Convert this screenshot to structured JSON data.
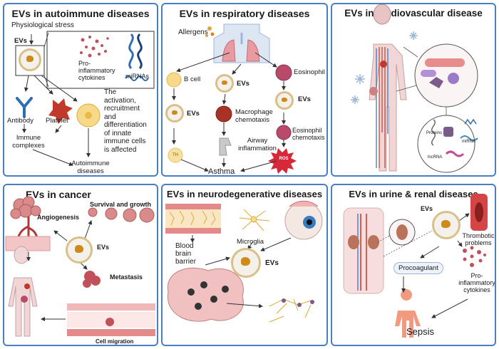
{
  "panels": {
    "autoimmune": {
      "title": "EVs in autoimmune diseases",
      "labels": {
        "stress": "Physiological stress",
        "evs": "EVs",
        "cytokines": "Pro-\ninflammatory\ncytokines",
        "mirnas": "miRNAs",
        "antibody": "Antibody",
        "platelet": "Platelet",
        "activation": "The\nactivation,\nrecruitment\nand\ndifferentiation\nof innate\nimmune cells\nis affected",
        "complexes": "Immune\ncomplexes",
        "outcome": "Autoimmune\ndiseases"
      }
    },
    "respiratory": {
      "title": "EVs in respiratory diseases",
      "labels": {
        "allergens": "Allergens",
        "bcell": "B cell",
        "eosinophil": "Eosinophil",
        "evs_left": "EVs",
        "evs_mid": "EVs",
        "evs_right": "EVs",
        "macrophage": "Macrophage\nchemotaxis",
        "eos_chemo": "Eosinophil\nchemotaxis",
        "airway": "Airway\ninflammation",
        "th": "TH",
        "ros": "ROS",
        "outcome": "Asthma"
      }
    },
    "cardiovascular": {
      "title": "EVs in cardiovascular disease",
      "labels": {
        "proteins": "Proteins",
        "mirna": "miRNA",
        "lncrna": "lncRNA"
      }
    },
    "cancer": {
      "title": "EVs in cancer",
      "labels": {
        "survival": "Survival and growth",
        "angiogenesis": "Angiogenesis",
        "evs": "EVs",
        "metastasis": "Metastasis",
        "migration": "Cell migration"
      }
    },
    "neuro": {
      "title": "EVs in neurodegenerative diseases",
      "labels": {
        "bbb": "Blood\nbrain\nbarrier",
        "microglia": "Microglia",
        "evs": "EVs"
      }
    },
    "renal": {
      "title": "EVs in urine & renal diseases",
      "labels": {
        "evs": "EVs",
        "thrombotic": "Thrombotic\nproblems",
        "procoagulant": "Procoagulant",
        "cytokines": "Pro-\ninflammatory\ncytokines",
        "outcome": "Sepsis"
      }
    }
  },
  "colors": {
    "border": "#4a7fc1",
    "ev_ring": "#d9c08a",
    "ev_core": "#d08a1a",
    "red": "#c0392b",
    "blue": "#2f6db3"
  }
}
